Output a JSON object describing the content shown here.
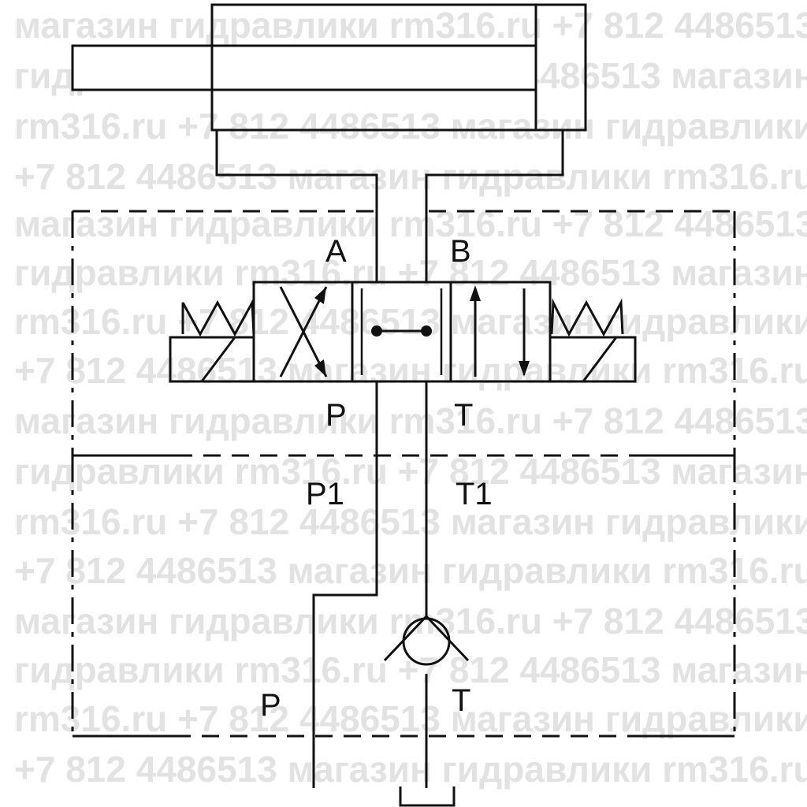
{
  "watermark": {
    "lines": [
      "магазин гидравлики rm316.ru +7 812 4486513",
      "гидравлики rm316.ru +7 812 4486513 магазин",
      "rm316.ru +7 812 4486513 магазин гидравлики",
      "+7 812 4486513 магазин гидравлики rm316.ru",
      "магазин гидравлики rm316.ru +7 812 4486513",
      "гидравлики rm316.ru +7 812 4486513 магазин",
      "rm316.ru +7 812 4486513 магазин гидравлики",
      "+7 812 4486513 магазин гидравлики rm316.ru",
      "магазин гидравлики rm316.ru +7 812 4486513",
      "гидравлики rm316.ru +7 812 4486513 магазин",
      "rm316.ru +7 812 4486513 магазин гидравлики",
      "+7 812 4486513 магазин гидравлики rm316.ru",
      "магазин гидравлики rm316.ru +7 812 4486513",
      "гидравлики rm316.ru +7 812 4486513 магазин",
      "rm316.ru +7 812 4486513 магазин гидравлики",
      "+7 812 4486513 магазин гидравлики rm316.ru"
    ]
  },
  "labels": {
    "port_a": "A",
    "port_b": "B",
    "valve_p": "P",
    "valve_t": "T",
    "port_p1": "P1",
    "port_t1": "T1",
    "inlet_p": "P",
    "outlet_t": "T"
  },
  "colors": {
    "line": "#111111",
    "watermark": "#e2e2e2",
    "background": "#ffffff"
  }
}
